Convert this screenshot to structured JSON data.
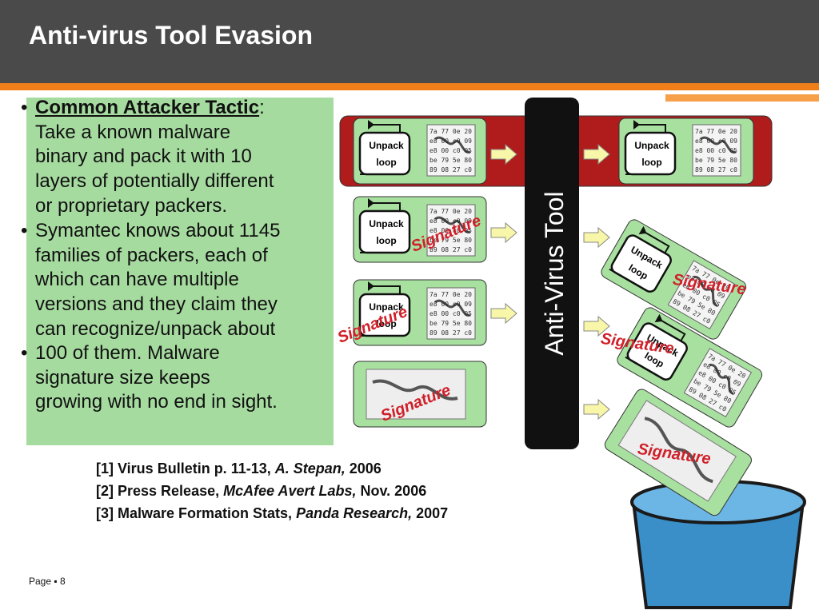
{
  "header": {
    "title": "Anti-virus Tool Evasion"
  },
  "bullets": {
    "p1_head": "Common Attacker Tactic",
    "p1_colon": ":",
    "p1_lines": [
      "Take a known malware",
      "binary and pack it with 10",
      "layers of potentially different",
      "or proprietary packers."
    ],
    "p2_lines": [
      "Symantec knows about 1145",
      "families of packers, each of",
      "which can have multiple",
      "versions and they claim they",
      "can recognize/unpack about"
    ],
    "p3_lines": [
      "100 of them. Malware",
      "signature size keeps",
      "growing with no end in sight."
    ],
    "bullet_glyph": "•"
  },
  "diagram": {
    "av_tool_label": "Anti-Virus Tool",
    "unpack_label_1": "Unpack",
    "unpack_label_2": "loop",
    "signature_label": "Signature",
    "hex_rows": [
      "7a 77 0e 20",
      "e8 00 c0 09",
      "e8 00 c0 05",
      "be 79 5e 80",
      "89 08 27 c0"
    ],
    "colors": {
      "red_band": "#b01c1c",
      "panel_green": "#a8e0a0",
      "av_bar": "#111111",
      "signature_red": "#d0202a",
      "trash_blue": "#3a8fc9"
    }
  },
  "references": {
    "r1_pre": "[1] Virus Bulletin p. 11-13, ",
    "r1_it": "A. Stepan,",
    "r1_post": " 2006",
    "r2_pre": "[2] Press Release, ",
    "r2_it": "McAfee Avert Labs,",
    "r2_post": " Nov. 2006",
    "r3_pre": "[3] Malware Formation Stats, ",
    "r3_it": "Panda Research,",
    "r3_post": " 2007"
  },
  "footer": {
    "page_label": "Page ▪ 8"
  }
}
